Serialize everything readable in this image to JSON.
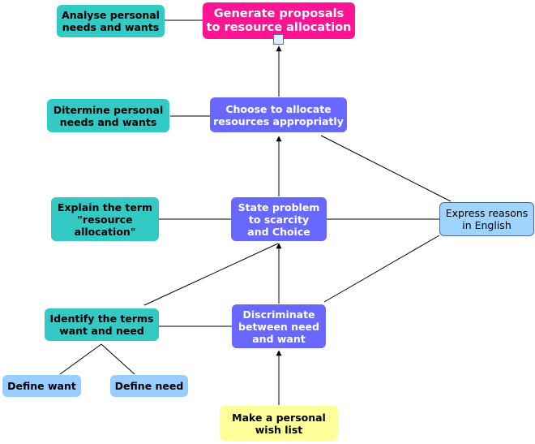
{
  "nodes": {
    "analyse": "Analyse personal\nneeds and wants",
    "generate": "Generate proposals\nto resource allocation",
    "ditermine": "Ditermine personal\nneeds and wants",
    "choose": "Choose to allocate\nresources appropriatly",
    "explain": "Explain the term\n\"resource\nallocation\"",
    "state": "State problem\nto scarcity\nand Choice",
    "express": "Express reasons\nin English",
    "identify": "Identify the terms\nwant and need",
    "discriminate": "Discriminate\nbetween need\nand want",
    "define_want": "Define want",
    "define_need": "Define need",
    "wishlist": "Make a personal\nwish list"
  },
  "icons": {
    "attachment": "image-attachment-icon"
  },
  "colors": {
    "teal": "#33c9c4",
    "purple": "#6868ff",
    "pink": "#ff1493",
    "blue": "#99ccff",
    "yellow": "#ffff99"
  }
}
